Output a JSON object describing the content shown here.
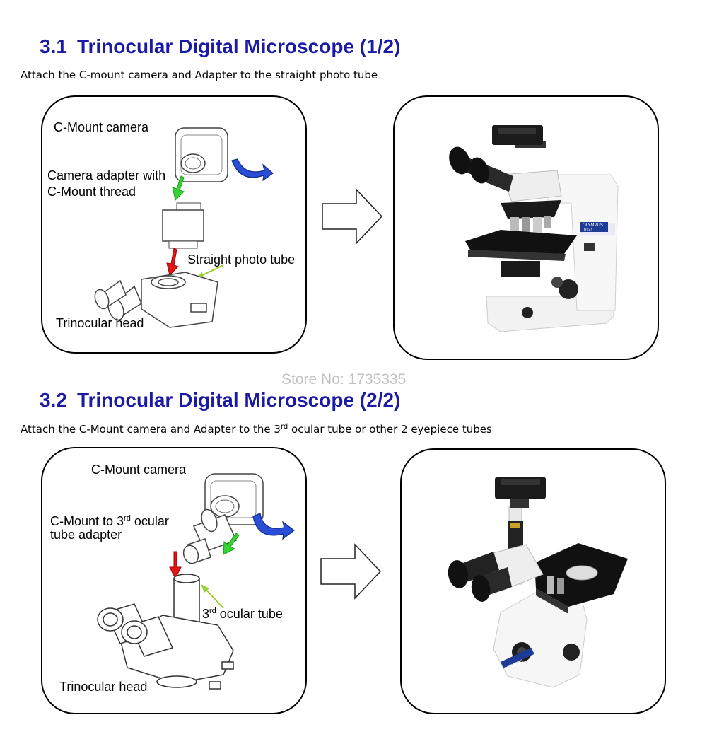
{
  "section1": {
    "number": "3.1",
    "title": "Trinocular Digital Microscope (1/2)",
    "instruction": "Attach the C-mount camera and Adapter to the straight photo tube",
    "labels": {
      "camera": "C-Mount camera",
      "adapter_line1": "Camera adapter with",
      "adapter_line2": "C-Mount thread",
      "photo_tube": "Straight photo tube",
      "head": "Trinocular head"
    },
    "brand_text": "OLYMPUS",
    "model_text": "BX41"
  },
  "watermark": "Store No: 1735335",
  "section2": {
    "number": "3.2",
    "title": "Trinocular Digital Microscope (2/2)",
    "instruction_pre": "Attach the C-Mount camera and Adapter to the 3",
    "instruction_sup": "rd",
    "instruction_post": " ocular tube or other 2 eyepiece tubes",
    "labels": {
      "camera": "C-Mount camera",
      "adapter_line1_pre": "C-Mount to 3",
      "adapter_line1_sup": "rd",
      "adapter_line1_post": " ocular",
      "adapter_line2": "tube adapter",
      "ocular_pre": "3",
      "ocular_sup": "rd",
      "ocular_post": " ocular tube",
      "head": "Trinocular head"
    },
    "brand_text": "OLYMPUS"
  },
  "colors": {
    "title": "#1a1aa6",
    "rotate_arrow": "#2a4fd6",
    "green_arrow": "#35d435",
    "red_arrow": "#e01515",
    "pointer_arrow": "#9acd32",
    "watermark": "#c2c2c2"
  },
  "icons": [
    "rotate-arrow-icon",
    "down-arrow-icon",
    "pointer-arrow-icon",
    "right-arrow-icon"
  ]
}
